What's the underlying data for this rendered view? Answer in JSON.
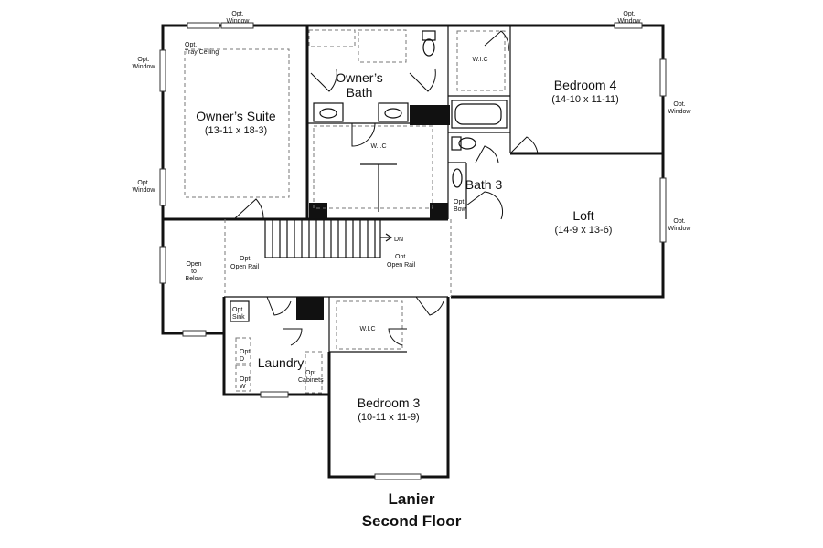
{
  "rooms": {
    "owners_suite": {
      "name": "Owner’s Suite",
      "dims": "(13-11 x 18-3)"
    },
    "owners_bath_line1": "Owner’s",
    "owners_bath_line2": "Bath",
    "bedroom4": {
      "name": "Bedroom 4",
      "dims": "(14-10 x 11-11)"
    },
    "loft": {
      "name": "Loft",
      "dims": "(14-9 x 13-6)"
    },
    "bath3": "Bath 3",
    "laundry": "Laundry",
    "bedroom3": {
      "name": "Bedroom 3",
      "dims": "(10-11 x 11-9)"
    }
  },
  "labels": {
    "opt": "Opt.",
    "window": "Window",
    "tray_ceiling": "Tray Ceiling",
    "wic": "W.I.C",
    "open_rail": "Open Rail",
    "open": "Open",
    "to": "to",
    "below": "Below",
    "dn": "DN",
    "bow": "Bow",
    "sink": "Sink",
    "d": "D",
    "w": "W",
    "cabinets": "Cabinets"
  },
  "title": {
    "line1": "Lanier",
    "line2": "Second Floor"
  }
}
